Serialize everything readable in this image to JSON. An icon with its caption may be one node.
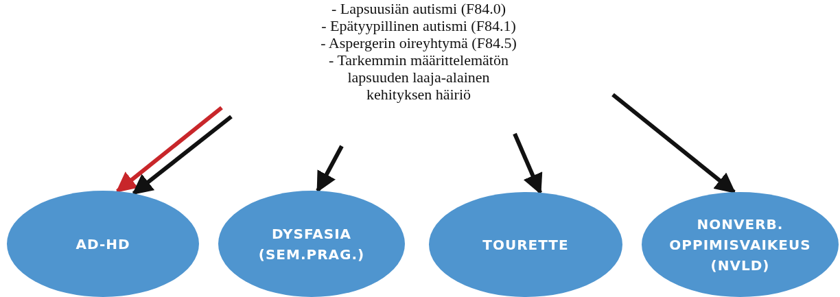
{
  "diagram": {
    "nodes": [
      {
        "text": [
          "- Lapsuusiän autismi (F84.0)",
          "- Epätyypillinen autismi (F84.1)",
          "- Aspergerin oireyhtymä (F84.5)",
          "- Tarkemmin määrittelemätön lapsuuden laaja-alainen kehityksen häiriö"
        ]
      },
      {
        "text": [
          "AD-HD"
        ]
      },
      {
        "text": [
          "DYSFASIA (SEM.PRAG.)"
        ]
      },
      {
        "text": [
          "TOURETTE"
        ]
      },
      {
        "text": [
          "NONVERB. OPPIMISVAIKEUS (NVLD)"
        ]
      }
    ],
    "edges": [
      {
        "from": null,
        "to": 1,
        "arrow": "to",
        "color": "#c8262a"
      },
      {
        "from": null,
        "to": 1,
        "arrow": "to"
      },
      {
        "from": null,
        "to": 2,
        "arrow": "to"
      },
      {
        "from": null,
        "to": 3,
        "arrow": "to"
      },
      {
        "from": null,
        "to": 4,
        "arrow": "to"
      }
    ]
  }
}
